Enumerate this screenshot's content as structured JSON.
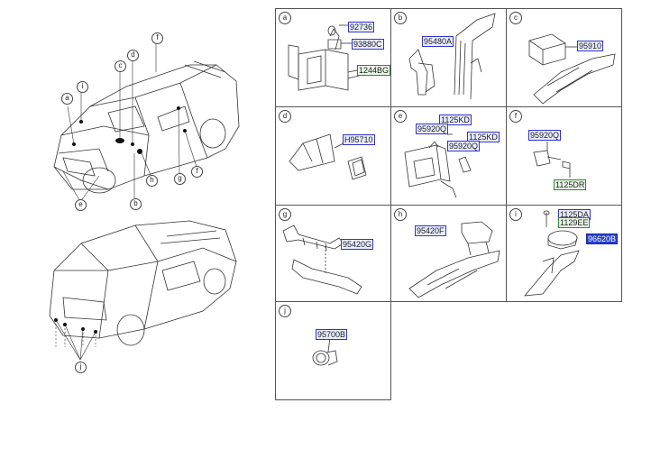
{
  "overview_callouts": {
    "a": "a",
    "b": "b",
    "c": "c",
    "d": "d",
    "e": "e",
    "f": "f",
    "g": "g",
    "h": "h",
    "i": "i",
    "j": "j",
    "f2": "f"
  },
  "cells": {
    "a": {
      "label": "a",
      "parts": [
        "92736",
        "93880C",
        "1244BG"
      ]
    },
    "b": {
      "label": "b",
      "parts": [
        "95480A"
      ]
    },
    "c": {
      "label": "c",
      "parts": [
        "95910"
      ]
    },
    "d": {
      "label": "d",
      "parts": [
        "H95710"
      ]
    },
    "e": {
      "label": "e",
      "parts": [
        "1125KD",
        "95920Q",
        "1125KD",
        "95920Q"
      ]
    },
    "f": {
      "label": "f",
      "parts": [
        "95920Q",
        "1125DR"
      ]
    },
    "g": {
      "label": "g",
      "parts": [
        "95420G"
      ]
    },
    "h": {
      "label": "h",
      "parts": [
        "95420F"
      ]
    },
    "i": {
      "label": "i",
      "parts": [
        "1125DA",
        "1129EE",
        "96620B"
      ]
    },
    "j": {
      "label": "j",
      "parts": [
        "95700B"
      ]
    }
  },
  "colors": {
    "part_border": "#3333cc",
    "fastener_border": "#2a8a2a",
    "selected_fill": "#2440d0"
  }
}
